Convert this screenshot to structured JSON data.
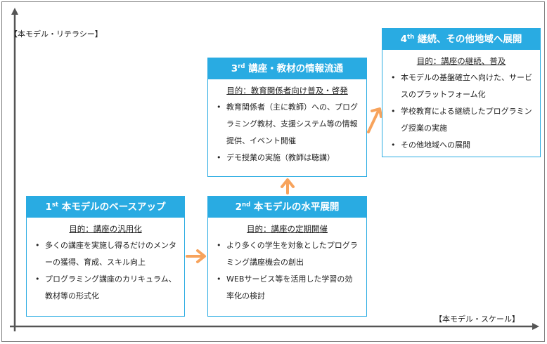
{
  "axes": {
    "y_label": "【本モデル・リテラシー】",
    "x_label": "【本モデル・スケール】"
  },
  "colors": {
    "accent": "#29abe2",
    "arrow": "#f7a35c",
    "axis": "#555555"
  },
  "stages": [
    {
      "ordinal": "1",
      "suffix": "st",
      "title": "本モデルのベースアップ",
      "purpose": "目的：講座の汎用化",
      "items": [
        "多くの講座を実施し得るだけのメンターの獲得、育成、スキル向上",
        "プログラミング講座のカリキュラム、教材等の形式化"
      ]
    },
    {
      "ordinal": "2",
      "suffix": "nd",
      "title": "本モデルの水平展開",
      "purpose": "目的：講座の定期開催",
      "items": [
        "より多くの学生を対象としたプログラミング講座機会の創出",
        "WEBサービス等を活用した学習の効率化の検討"
      ]
    },
    {
      "ordinal": "3",
      "suffix": "rd",
      "title": "講座・教材の情報流通",
      "purpose": "目的：教育関係者向け普及・啓発",
      "items": [
        "教育関係者（主に教師）への、プログラミング教材、支援システム等の情報提供、イベント開催",
        "デモ授業の実施（教師は聴講）"
      ]
    },
    {
      "ordinal": "4",
      "suffix": "th",
      "title": "継続、その他地域へ展開",
      "purpose": "目的：講座の継続、普及",
      "items": [
        "本モデルの基盤確立へ向けた、サービスのプラットフォーム化",
        "学校教育による継続したプログラミング授業の実施",
        "その他地域への展開"
      ]
    }
  ]
}
